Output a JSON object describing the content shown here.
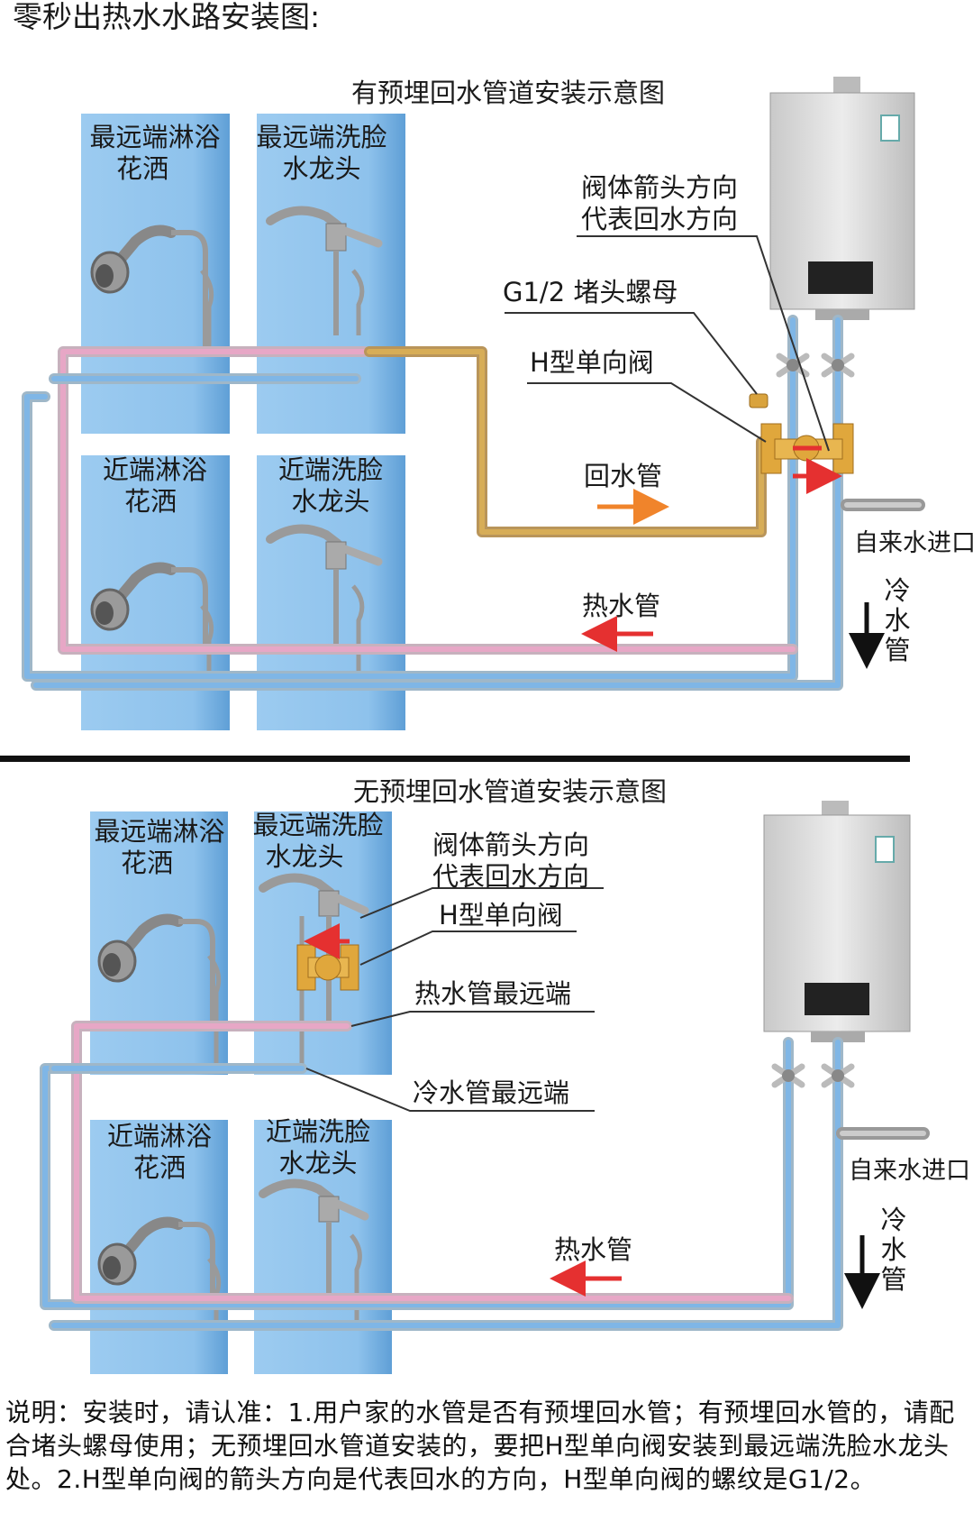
{
  "page_title": "零秒出热水水路安装图:",
  "colors": {
    "panel": "#8fc3ec",
    "panel_dark": "#5d9fd8",
    "hot_pipe": "#e7a7c6",
    "cold_pipe": "#7fb6e6",
    "return_pipe": "#d7ad57",
    "arrow_red": "#e53030",
    "arrow_orange": "#f0842b",
    "valve_brass": "#e0a73c",
    "heater_body": "#dcdcdc"
  },
  "top": {
    "title": "有预埋回水管道安装示意图",
    "fixtures": {
      "far_shower": [
        "最远端淋浴",
        "花洒"
      ],
      "far_faucet": [
        "最远端洗脸",
        "水龙头"
      ],
      "near_shower": [
        "近端淋浴",
        "花洒"
      ],
      "near_faucet": [
        "近端洗脸",
        "水龙头"
      ]
    },
    "callouts": {
      "arrow_meaning": [
        "阀体箭头方向",
        "代表回水方向"
      ],
      "plug_nut": "G1/2 堵头螺母",
      "check_valve": "H型单向阀"
    },
    "return_pipe_label": "回水管",
    "hot_pipe_label": "热水管",
    "inlet_label": "自来水进口",
    "cold_pipe_label": [
      "冷",
      "水",
      "管"
    ]
  },
  "bottom": {
    "title": "无预埋回水管道安装示意图",
    "fixtures": {
      "far_shower": [
        "最远端淋浴",
        "花洒"
      ],
      "far_faucet": [
        "最远端洗脸",
        "水龙头"
      ],
      "near_shower": [
        "近端淋浴",
        "花洒"
      ],
      "near_faucet": [
        "近端洗脸",
        "水龙头"
      ]
    },
    "callouts": {
      "arrow_meaning": [
        "阀体箭头方向",
        "代表回水方向"
      ],
      "check_valve": "H型单向阀",
      "hot_far_end": "热水管最远端",
      "cold_far_end": "冷水管最远端"
    },
    "hot_pipe_label": "热水管",
    "inlet_label": "自来水进口",
    "cold_pipe_label": [
      "冷",
      "水",
      "管"
    ]
  },
  "note": "说明：安装时，请认准：1.用户家的水管是否有预埋回水管；有预埋回水管的，请配合堵头螺母使用；无预埋回水管道安装的，要把H型单向阀安装到最远端洗脸水龙头处。2.H型单向阀的箭头方向是代表回水的方向，H型单向阀的螺纹是G1/2。"
}
